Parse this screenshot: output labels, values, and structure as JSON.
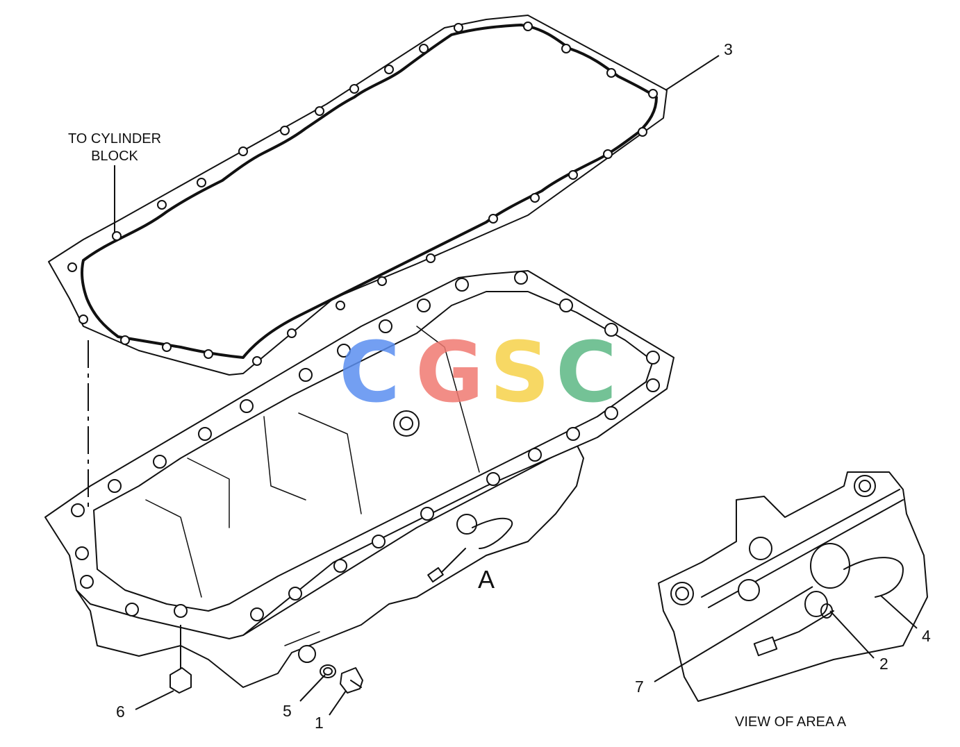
{
  "note": {
    "to_cylinder_block_line1": "TO CYLINDER",
    "to_cylinder_block_line2": "BLOCK"
  },
  "view_marker": "A",
  "view_caption": "VIEW OF AREA  A",
  "callouts": {
    "c1": "1",
    "c2": "2",
    "c3": "3",
    "c4": "4",
    "c5": "5",
    "c6": "6",
    "c7": "7"
  },
  "watermark": {
    "letters": [
      "C",
      "G",
      "S",
      "C"
    ],
    "colors": [
      "#5b8ff0",
      "#f07a72",
      "#f6d24a",
      "#5cb884"
    ]
  },
  "colors": {
    "ink": "#111111",
    "background": "#ffffff"
  }
}
